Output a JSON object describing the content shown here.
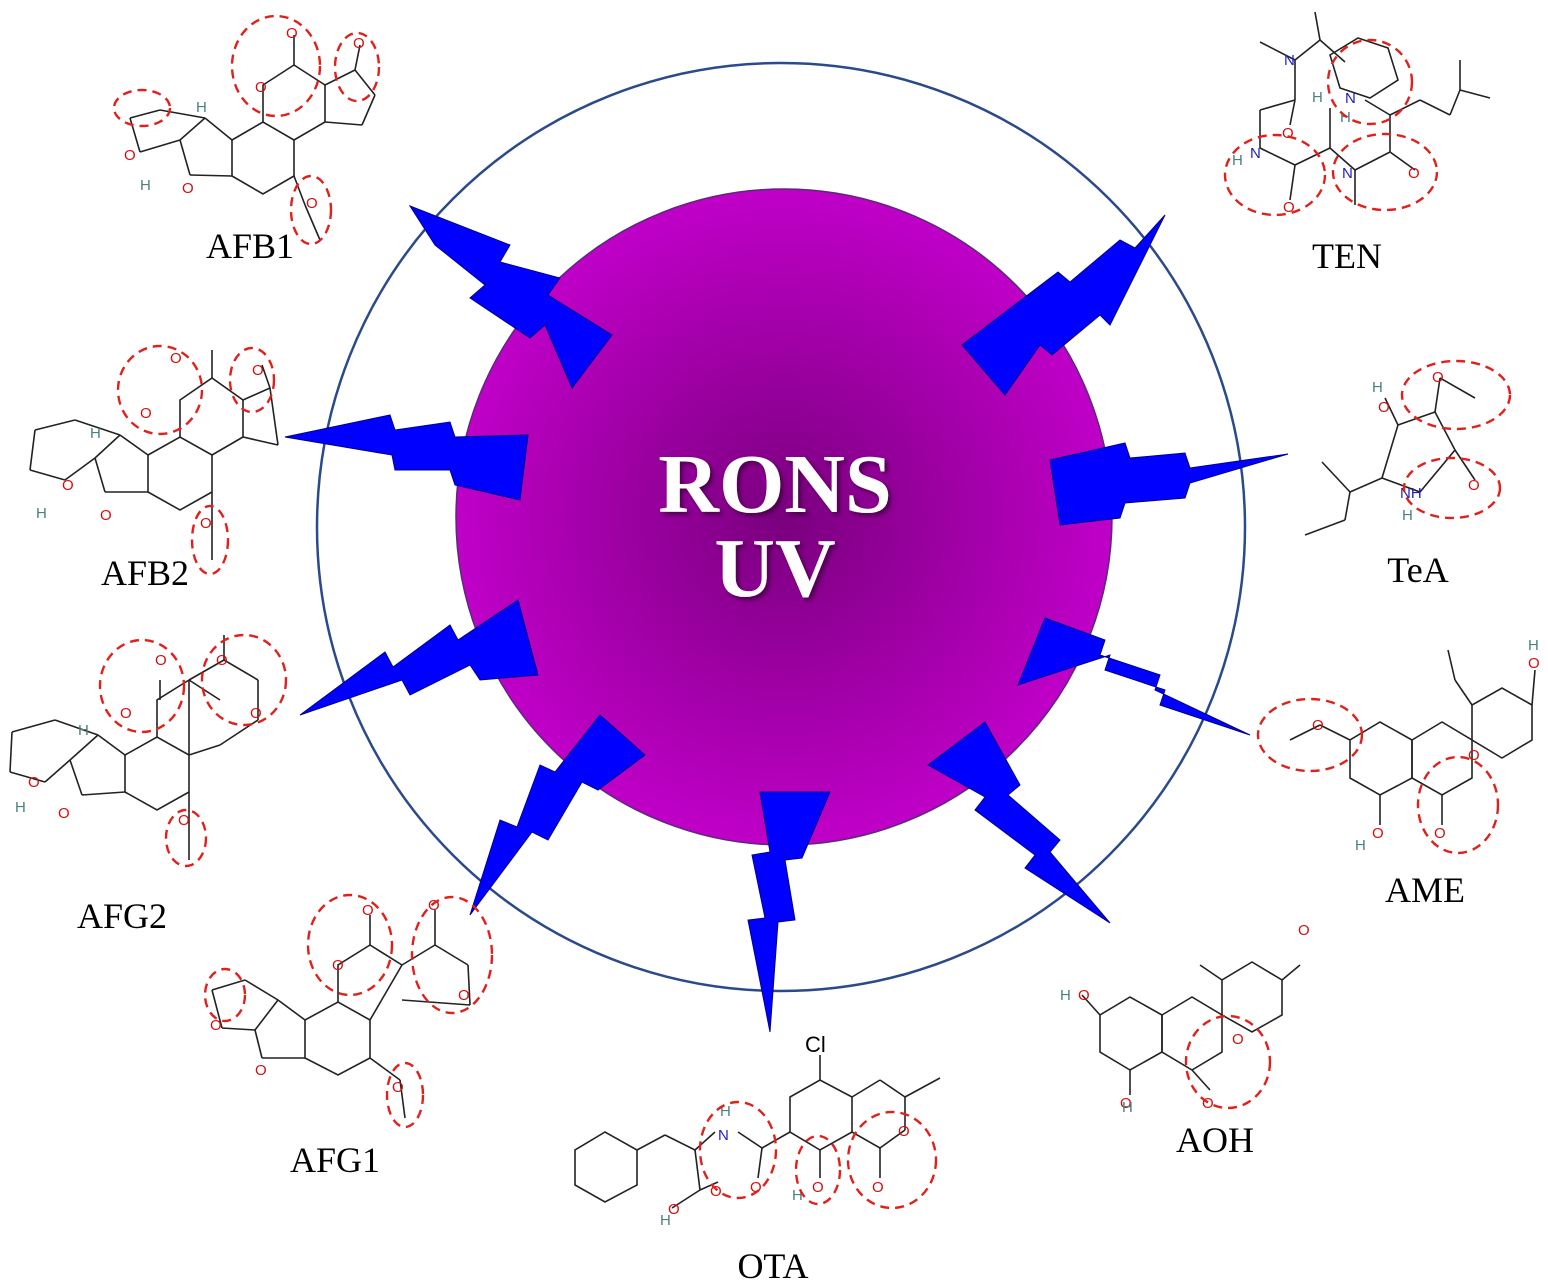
{
  "center": {
    "line1": "RONS",
    "line2": "UV",
    "sphere_color": "#b000b8",
    "sphere_core_color": "#7a007e",
    "ring_color": "#2a4a8a",
    "bolt_color": "#0000ff"
  },
  "highlight_color": "#e0201b",
  "compounds": [
    {
      "id": "afb1",
      "label": "AFB1"
    },
    {
      "id": "afb2",
      "label": "AFB2"
    },
    {
      "id": "afg2",
      "label": "AFG2"
    },
    {
      "id": "afg1",
      "label": "AFG1"
    },
    {
      "id": "ota",
      "label": "OTA"
    },
    {
      "id": "aoh",
      "label": "AOH"
    },
    {
      "id": "ame",
      "label": "AME"
    },
    {
      "id": "tea",
      "label": "TeA"
    },
    {
      "id": "ten",
      "label": "TEN"
    }
  ],
  "atoms": {
    "O": "O",
    "H": "H",
    "N": "N",
    "NH": "NH",
    "Cl": "Cl"
  }
}
